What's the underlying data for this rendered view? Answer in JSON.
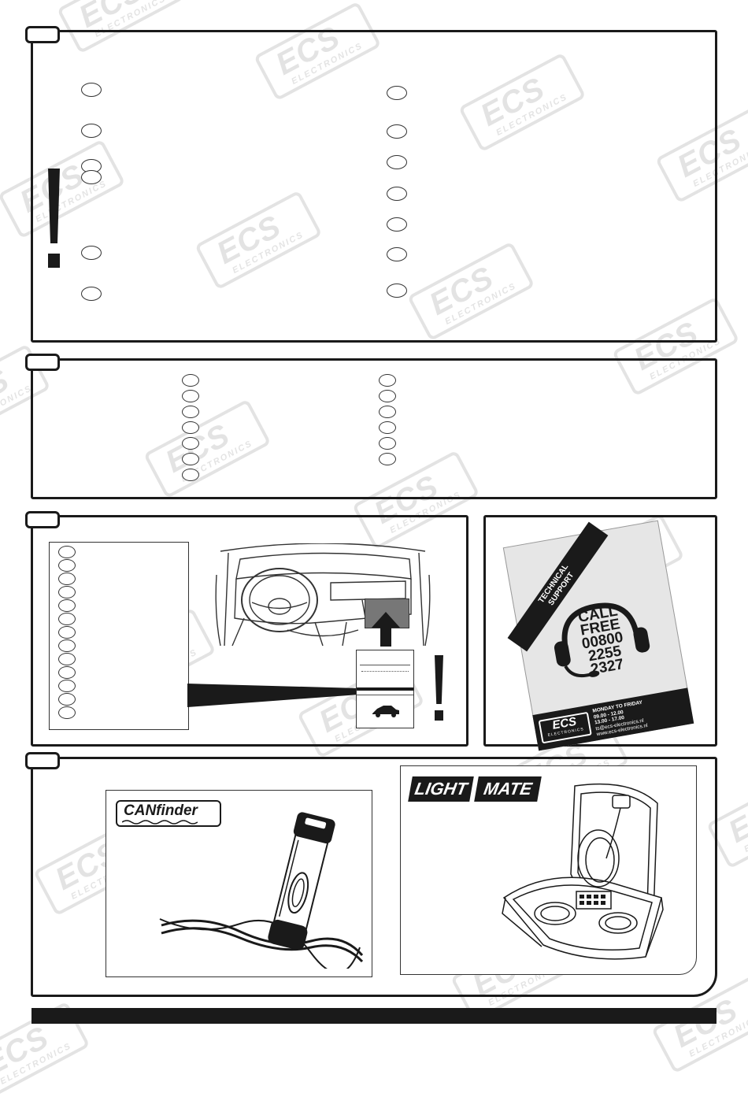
{
  "watermark": {
    "brand": "ECS",
    "sub": "ELECTRONICS"
  },
  "poster": {
    "banner": "TECHNICAL SUPPORT",
    "call_lines": [
      "CALL",
      "FREE",
      "00800",
      "2255",
      "2327"
    ],
    "days": "MONDAY TO FRIDAY",
    "hours_morning": "09.00 - 12.00",
    "hours_afternoon": "13.00 - 17.00",
    "email": "ts@ecs-electronics.nl",
    "website": "www.ecs-electronics.nl",
    "logo": "ECS",
    "logo_sub": "ELECTRONICS"
  },
  "products": {
    "canfinder_logo": "CANfinder",
    "lightmate_logo_left": "LIGHT",
    "lightmate_logo_right": "MATE"
  },
  "colors": {
    "ink": "#1a1a1a",
    "watermark": "#555555"
  }
}
